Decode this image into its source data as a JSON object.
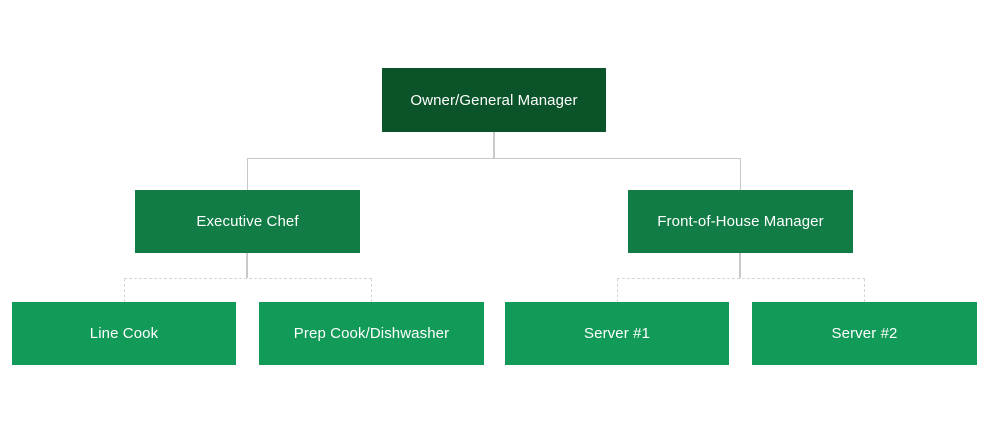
{
  "org_chart": {
    "type": "organizational-chart",
    "nodes": {
      "owner": {
        "label": "Owner/General Manager",
        "level": 1
      },
      "executive_chef": {
        "label": "Executive Chef",
        "level": 2
      },
      "foh_manager": {
        "label": "Front-of-House Manager",
        "level": 2
      },
      "line_cook": {
        "label": "Line Cook",
        "level": 3
      },
      "prep_cook": {
        "label": "Prep Cook/Dishwasher",
        "level": 3
      },
      "server_1": {
        "label": "Server #1",
        "level": 3
      },
      "server_2": {
        "label": "Server #2",
        "level": 3
      }
    },
    "hierarchy": [
      {
        "parent": "Owner/General Manager",
        "children": [
          "Executive Chef",
          "Front-of-House Manager"
        ]
      },
      {
        "parent": "Executive Chef",
        "children": [
          "Line Cook",
          "Prep Cook/Dishwasher"
        ]
      },
      {
        "parent": "Front-of-House Manager",
        "children": [
          "Server #1",
          "Server #2"
        ]
      }
    ]
  },
  "colors": {
    "level1": "#0b5429",
    "level2": "#117c46",
    "level3": "#129a58",
    "connector": "#c9c9c9",
    "connector_light": "#d7d7d7",
    "text": "#ffffff",
    "background": "#ffffff"
  }
}
